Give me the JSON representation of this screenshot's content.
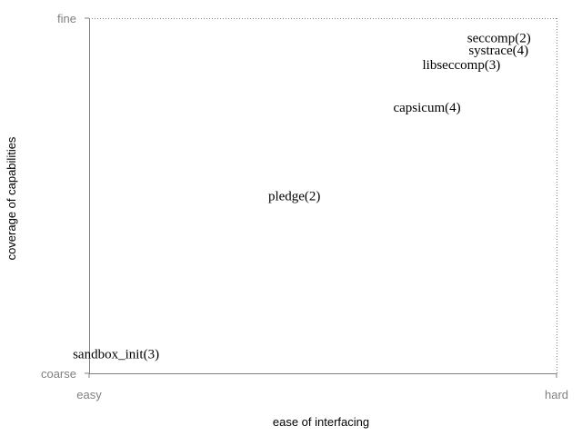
{
  "chart_data": {
    "type": "scatter",
    "title": "",
    "xlabel": "ease of interfacing",
    "ylabel": "coverage of capabilities",
    "xlim": [
      0,
      1
    ],
    "ylim": [
      0,
      1
    ],
    "x_ticks": [
      {
        "value": 0,
        "label": "easy"
      },
      {
        "value": 1,
        "label": "hard"
      }
    ],
    "y_ticks": [
      {
        "value": 0,
        "label": "coarse"
      },
      {
        "value": 1,
        "label": "fine"
      }
    ],
    "grid": false,
    "points": [
      {
        "label": "seccomp(2)",
        "x": 0.945,
        "y": 0.945
      },
      {
        "label": "systrace(4)",
        "x": 0.94,
        "y": 0.91
      },
      {
        "label": "libseccomp(3)",
        "x": 0.88,
        "y": 0.87
      },
      {
        "label": "capsicum(4)",
        "x": 0.795,
        "y": 0.75
      },
      {
        "label": "pledge(2)",
        "x": 0.495,
        "y": 0.5
      },
      {
        "label": "sandbox_init(3)",
        "x": 0.15,
        "y": 0.055
      }
    ],
    "colors": {
      "axis": "#808080",
      "tick_text": "#808080",
      "title_text": "#000000",
      "point_text": "#000000"
    }
  }
}
